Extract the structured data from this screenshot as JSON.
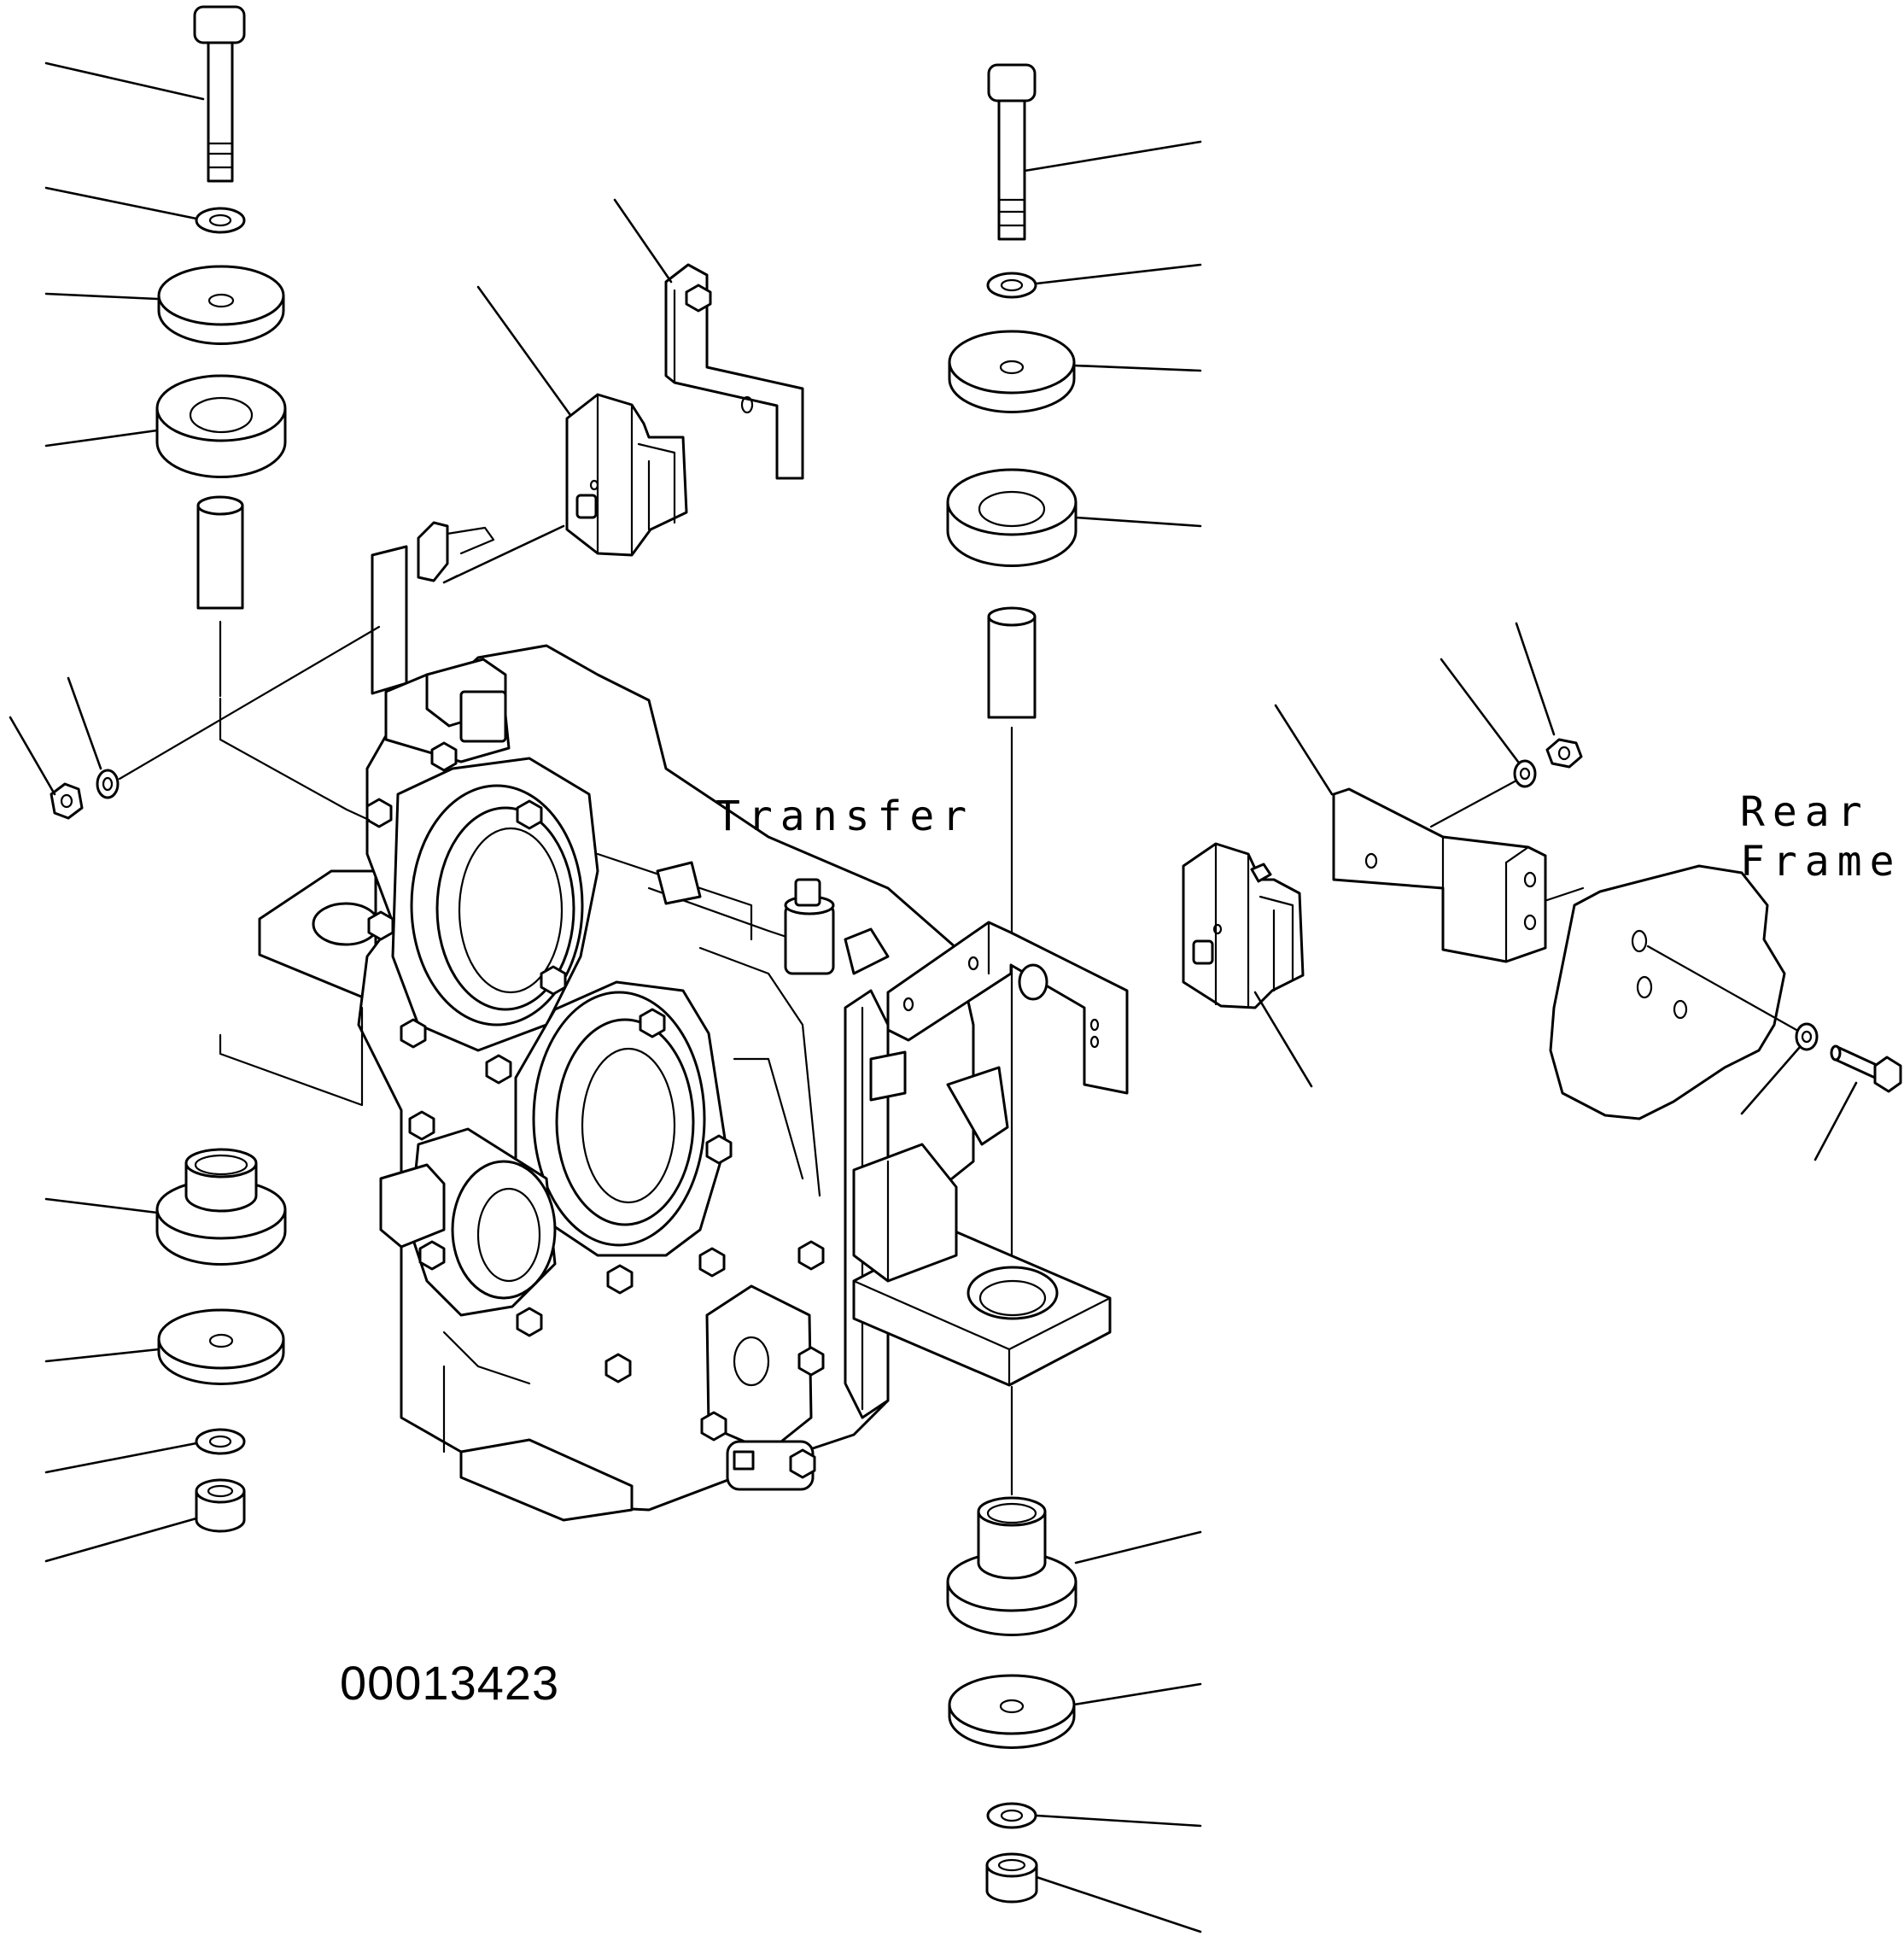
{
  "labels": {
    "transfer": "Transfer",
    "rear_frame_line1": "Rear",
    "rear_frame_line2": "Frame",
    "drawing_number": "00013423"
  }
}
